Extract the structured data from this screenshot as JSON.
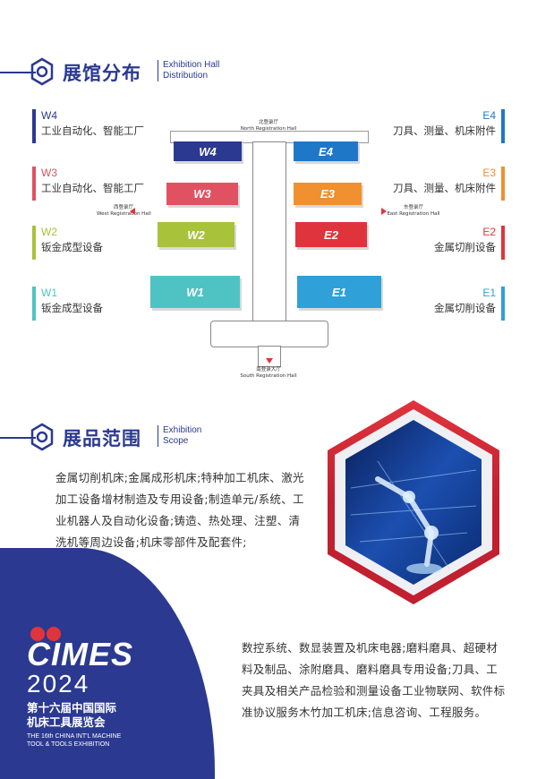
{
  "section1": {
    "title": "展馆分布",
    "subtitle_line1": "Exhibition Hall",
    "subtitle_line2": "Distribution"
  },
  "section2": {
    "title": "展品范围",
    "subtitle_line1": "Exhibition",
    "subtitle_line2": "Scope"
  },
  "halls_left": [
    {
      "code": "W4",
      "desc": "工业自动化、智能工厂",
      "color": "#2b3990"
    },
    {
      "code": "W3",
      "desc": "工业自动化、智能工厂",
      "color": "#e05262"
    },
    {
      "code": "W2",
      "desc": "钣金成型设备",
      "color": "#a8c23a"
    },
    {
      "code": "W1",
      "desc": "钣金成型设备",
      "color": "#4fc3c4"
    }
  ],
  "halls_right": [
    {
      "code": "E4",
      "desc": "刀具、测量、机床附件",
      "color": "#1f77c8"
    },
    {
      "code": "E3",
      "desc": "刀具、测量、机床附件",
      "color": "#f0902e"
    },
    {
      "code": "E2",
      "desc": "金属切削设备",
      "color": "#e0343c"
    },
    {
      "code": "E1",
      "desc": "金属切削设备",
      "color": "#2fa0d8"
    }
  ],
  "plan": {
    "w4": "W4",
    "w3": "W3",
    "w2": "W2",
    "w1": "W1",
    "e4": "E4",
    "e3": "E3",
    "e2": "E2",
    "e1": "E1",
    "north_cn": "北登录厅",
    "north_en": "North Registration Hall",
    "west_cn": "西登录厅",
    "west_en": "West Registration Hall",
    "east_cn": "东登录厅",
    "east_en": "East Registration Hall",
    "south_cn": "南登录大厅",
    "south_en": "South Registration Hall"
  },
  "scope_text_1": "金属切削机床;金属成形机床;特种加工机床、激光加工设备增材制造及专用设备;制造单元/系统、工业机器人及自动化设备;铸造、热处理、注塑、清洗机等周边设备;机床零部件及配套件;",
  "scope_text_2": "数控系统、数显装置及机床电器;磨料磨具、超硬材料及制品、涂附磨具、磨料磨具专用设备;刀具、工夹具及相关产品检验和测量设备工业物联网、软件标准协议服务木竹加工机床;信息咨询、工程服务。",
  "logo": {
    "brand": "CIMES",
    "year": "2024",
    "cn_line1": "第十六届中国国际",
    "cn_line2": "机床工具展览会",
    "en_line1": "THE 16th CHINA INT'L MACHINE",
    "en_line2": "TOOL & TOOLS EXHIBITION"
  },
  "colors": {
    "brand_blue": "#2b3990",
    "accent_red": "#e0343c"
  }
}
